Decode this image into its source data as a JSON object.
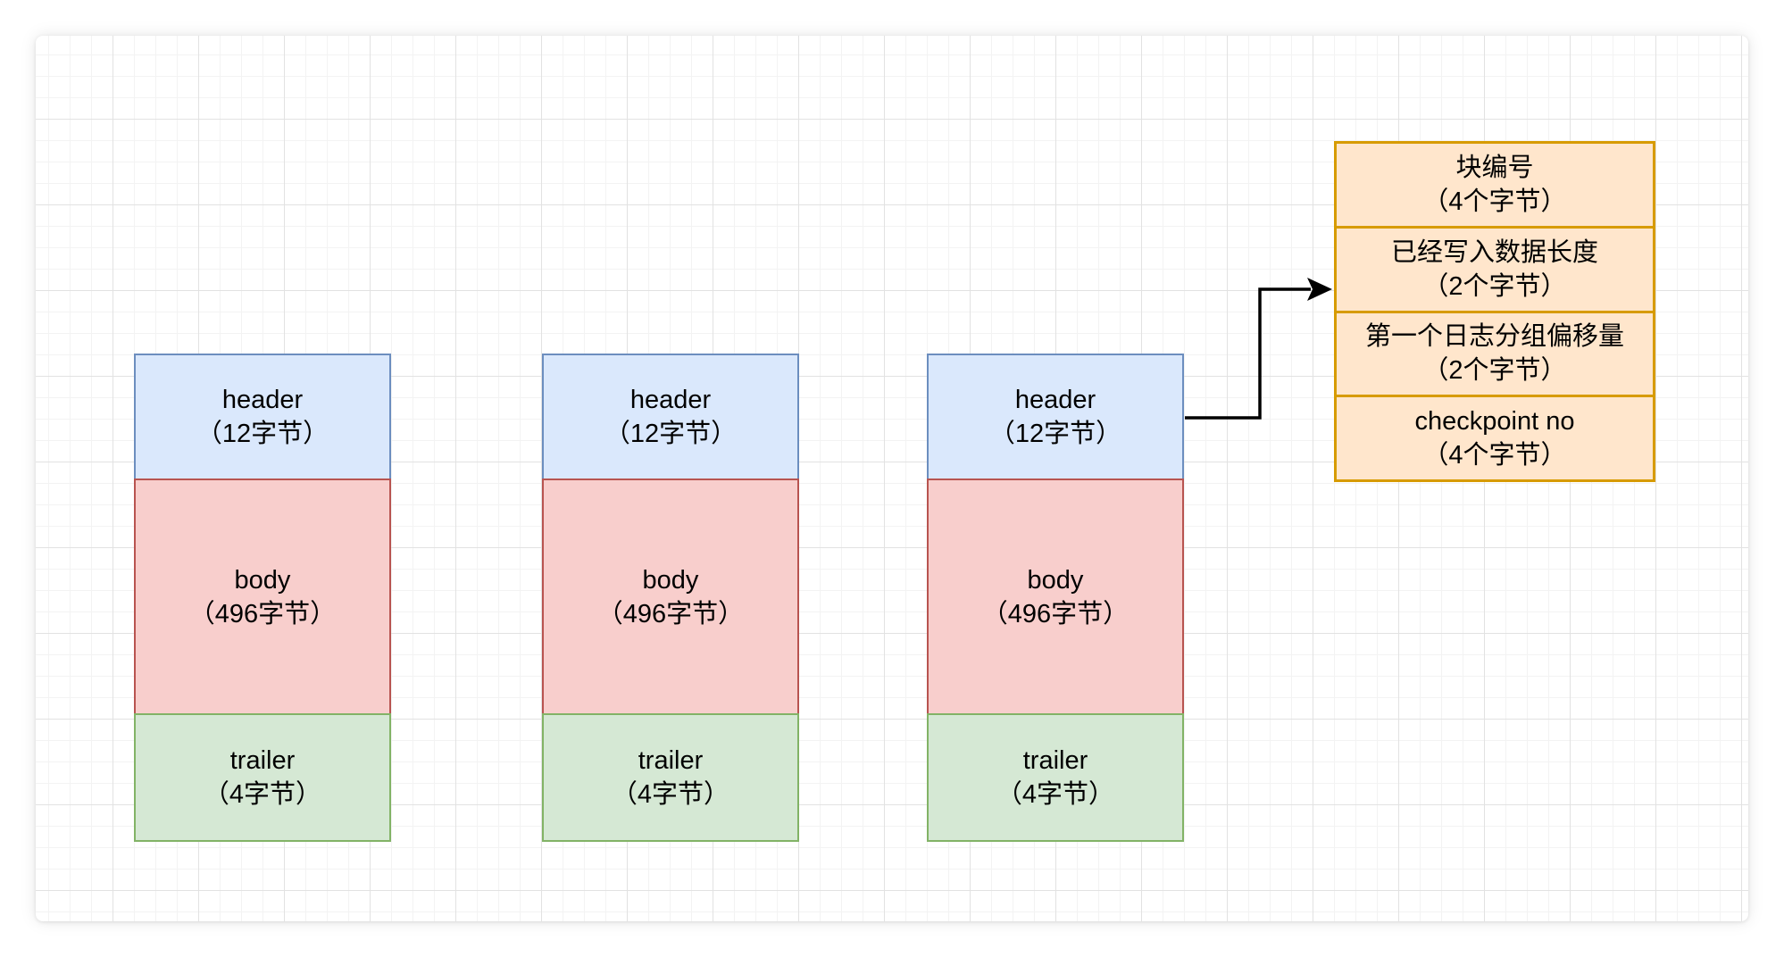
{
  "canvas": {
    "background": "#ffffff",
    "grid_minor_color": "#f3f3f3",
    "grid_major_color": "#e2e2e2"
  },
  "palette": {
    "header_fill": "#dae8fc",
    "header_stroke": "#6c8ebf",
    "body_fill": "#f8cecc",
    "body_stroke": "#b85450",
    "trailer_fill": "#d5e8d4",
    "trailer_stroke": "#82b366",
    "detail_fill": "#ffe6cc",
    "detail_stroke": "#d79b00",
    "arrow_color": "#000000"
  },
  "blocks": [
    {
      "sections": [
        {
          "label": "header",
          "size": "（12字节）"
        },
        {
          "label": "body",
          "size": "（496字节）"
        },
        {
          "label": "trailer",
          "size": "（4字节）"
        }
      ]
    },
    {
      "sections": [
        {
          "label": "header",
          "size": "（12字节）"
        },
        {
          "label": "body",
          "size": "（496字节）"
        },
        {
          "label": "trailer",
          "size": "（4字节）"
        }
      ]
    },
    {
      "sections": [
        {
          "label": "header",
          "size": "（12字节）"
        },
        {
          "label": "body",
          "size": "（496字节）"
        },
        {
          "label": "trailer",
          "size": "（4字节）"
        }
      ]
    }
  ],
  "header_detail": {
    "rows": [
      {
        "label": "块编号",
        "size": "（4个字节）"
      },
      {
        "label": "已经写入数据长度",
        "size": "（2个字节）"
      },
      {
        "label": "第一个日志分组偏移量",
        "size": "（2个字节）"
      },
      {
        "label": "checkpoint no",
        "size": "（4个字节）"
      }
    ]
  }
}
